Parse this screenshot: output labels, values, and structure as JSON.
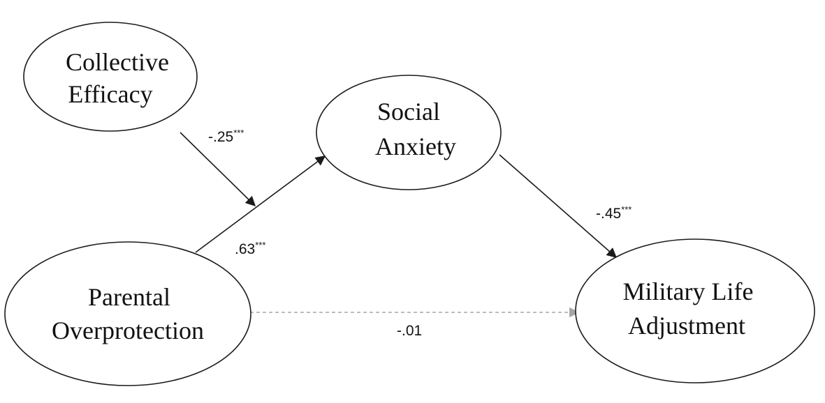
{
  "nodes": {
    "collective_efficacy": {
      "line1": "Collective",
      "line2": "Efficacy"
    },
    "social_anxiety": {
      "line1": "Social",
      "line2": "Anxiety"
    },
    "parental_overprotection": {
      "line1": "Parental",
      "line2": "Overprotection"
    },
    "military_life_adjustment": {
      "line1": "Military Life",
      "line2": "Adjustment"
    }
  },
  "paths": {
    "moderation_ce": {
      "coef": "-.25",
      "sig": "***"
    },
    "po_to_sa": {
      "coef": ".63",
      "sig": "***"
    },
    "sa_to_mla": {
      "coef": "-.45",
      "sig": "***"
    },
    "po_to_mla": {
      "coef": "-.01",
      "sig": ""
    }
  },
  "colors": {
    "line": "#1a1a1a",
    "dashed_line": "#a6a6a6",
    "text": "#111111"
  }
}
